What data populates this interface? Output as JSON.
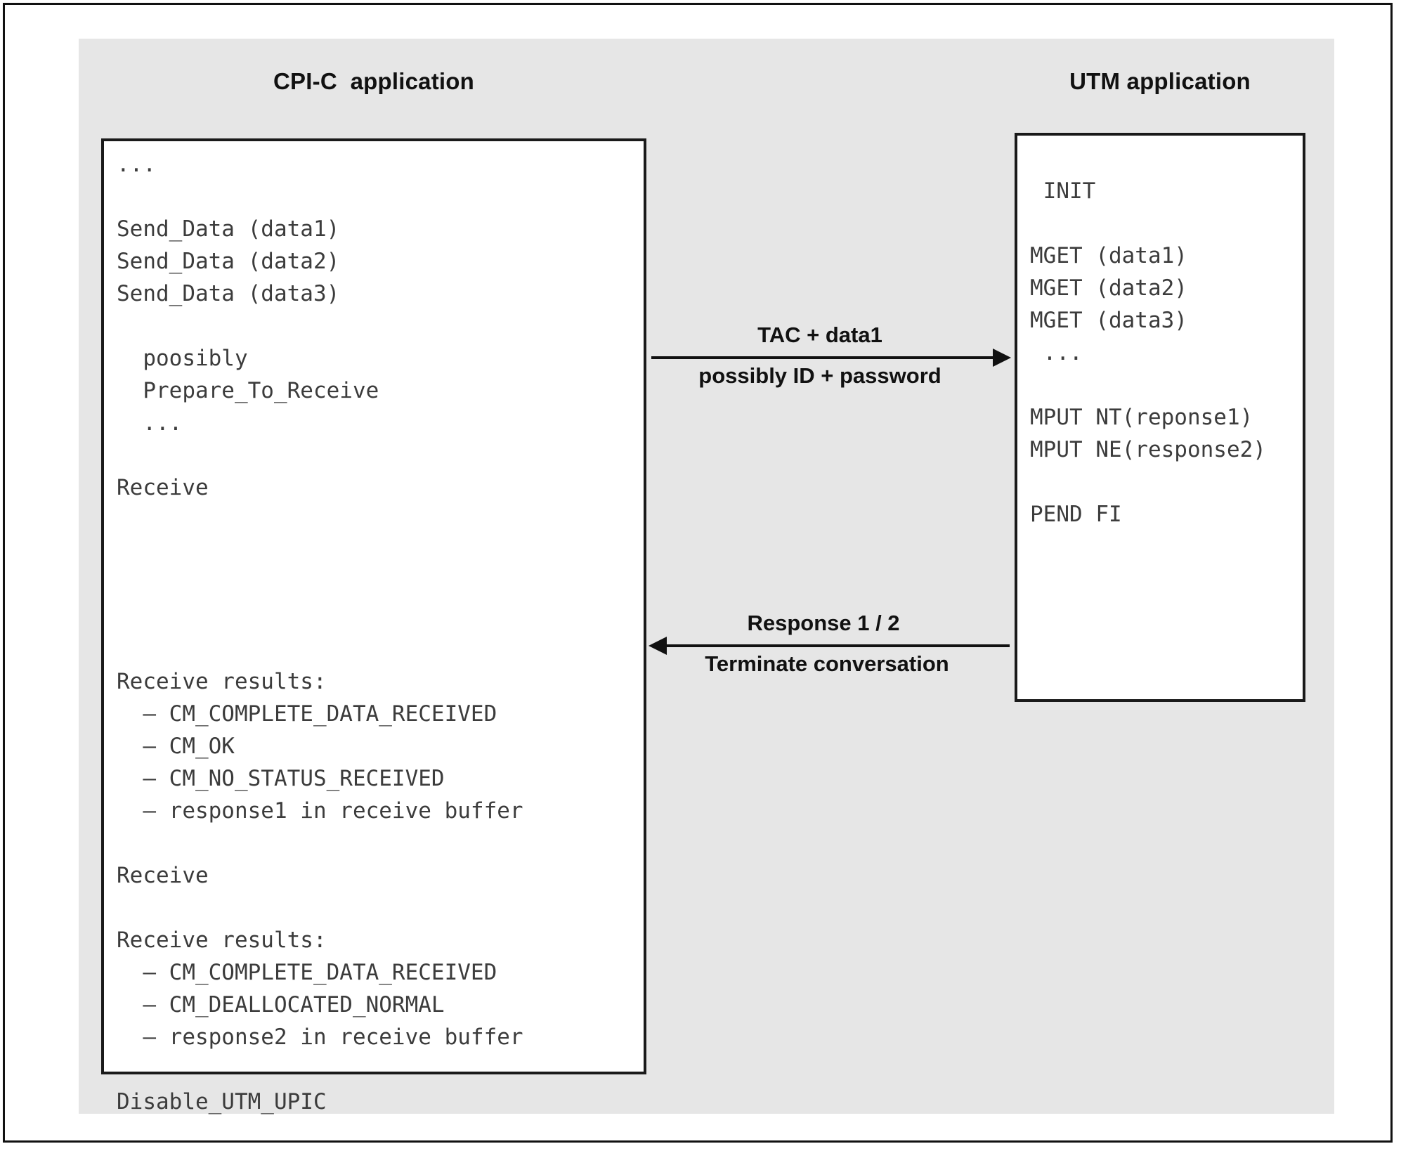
{
  "diagram": {
    "type": "sequence-diagram",
    "background_color": "#e6e6e6",
    "frame_color": "#111111",
    "code_text_color": "#3c3c3c",
    "columns": {
      "left": {
        "title": "CPI-C  application",
        "code_lines": [
          "...",
          "",
          "Send_Data (data1)",
          "Send_Data (data2)",
          "Send_Data (data3)",
          "",
          "  poosibly",
          "  Prepare_To_Receive",
          "  ...",
          "",
          "Receive",
          "",
          "",
          "",
          "",
          "",
          "Receive results:",
          "  - CM_COMPLETE_DATA_RECEIVED",
          "  - CM_OK",
          "  - CM_NO_STATUS_RECEIVED",
          "  - response1 in receive buffer",
          "",
          "Receive",
          "",
          "Receive results:",
          "  - CM_COMPLETE_DATA_RECEIVED",
          "  - CM_DEALLOCATED_NORMAL",
          "  - response2 in receive buffer",
          "",
          "Disable_UTM_UPIC"
        ]
      },
      "right": {
        "title": "UTM application",
        "code_lines": [
          "",
          " INIT",
          "",
          "MGET (data1)",
          "MGET (data2)",
          "MGET (data3)",
          " ...",
          "",
          "MPUT NT(reponse1)",
          "MPUT NE(response2)",
          "",
          "PEND FI"
        ]
      }
    },
    "arrows": [
      {
        "name": "request-arrow",
        "direction": "right",
        "label_above": "TAC + data1",
        "label_below": "possibly ID + password"
      },
      {
        "name": "response-arrow",
        "direction": "left",
        "label_above": "Response 1 / 2",
        "label_below": "Terminate conversation"
      }
    ]
  }
}
